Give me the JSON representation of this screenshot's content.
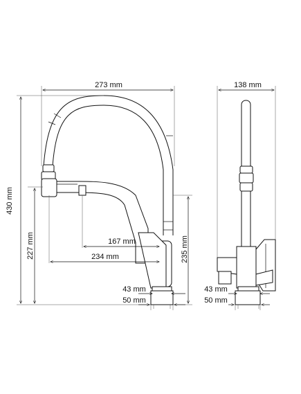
{
  "drawing": {
    "colors": {
      "line": "#111111",
      "background": "#ffffff"
    },
    "dimensions": {
      "overall_width": "273 mm",
      "side_width": "138 mm",
      "overall_height": "430 mm",
      "spout_height": "227 mm",
      "body_height": "235 mm",
      "reach_inner": "167 mm",
      "reach_outer": "234 mm",
      "base_inner_front": "43 mm",
      "base_outer_front": "50 mm",
      "base_inner_side": "43 mm",
      "base_outer_side": "50 mm"
    }
  }
}
